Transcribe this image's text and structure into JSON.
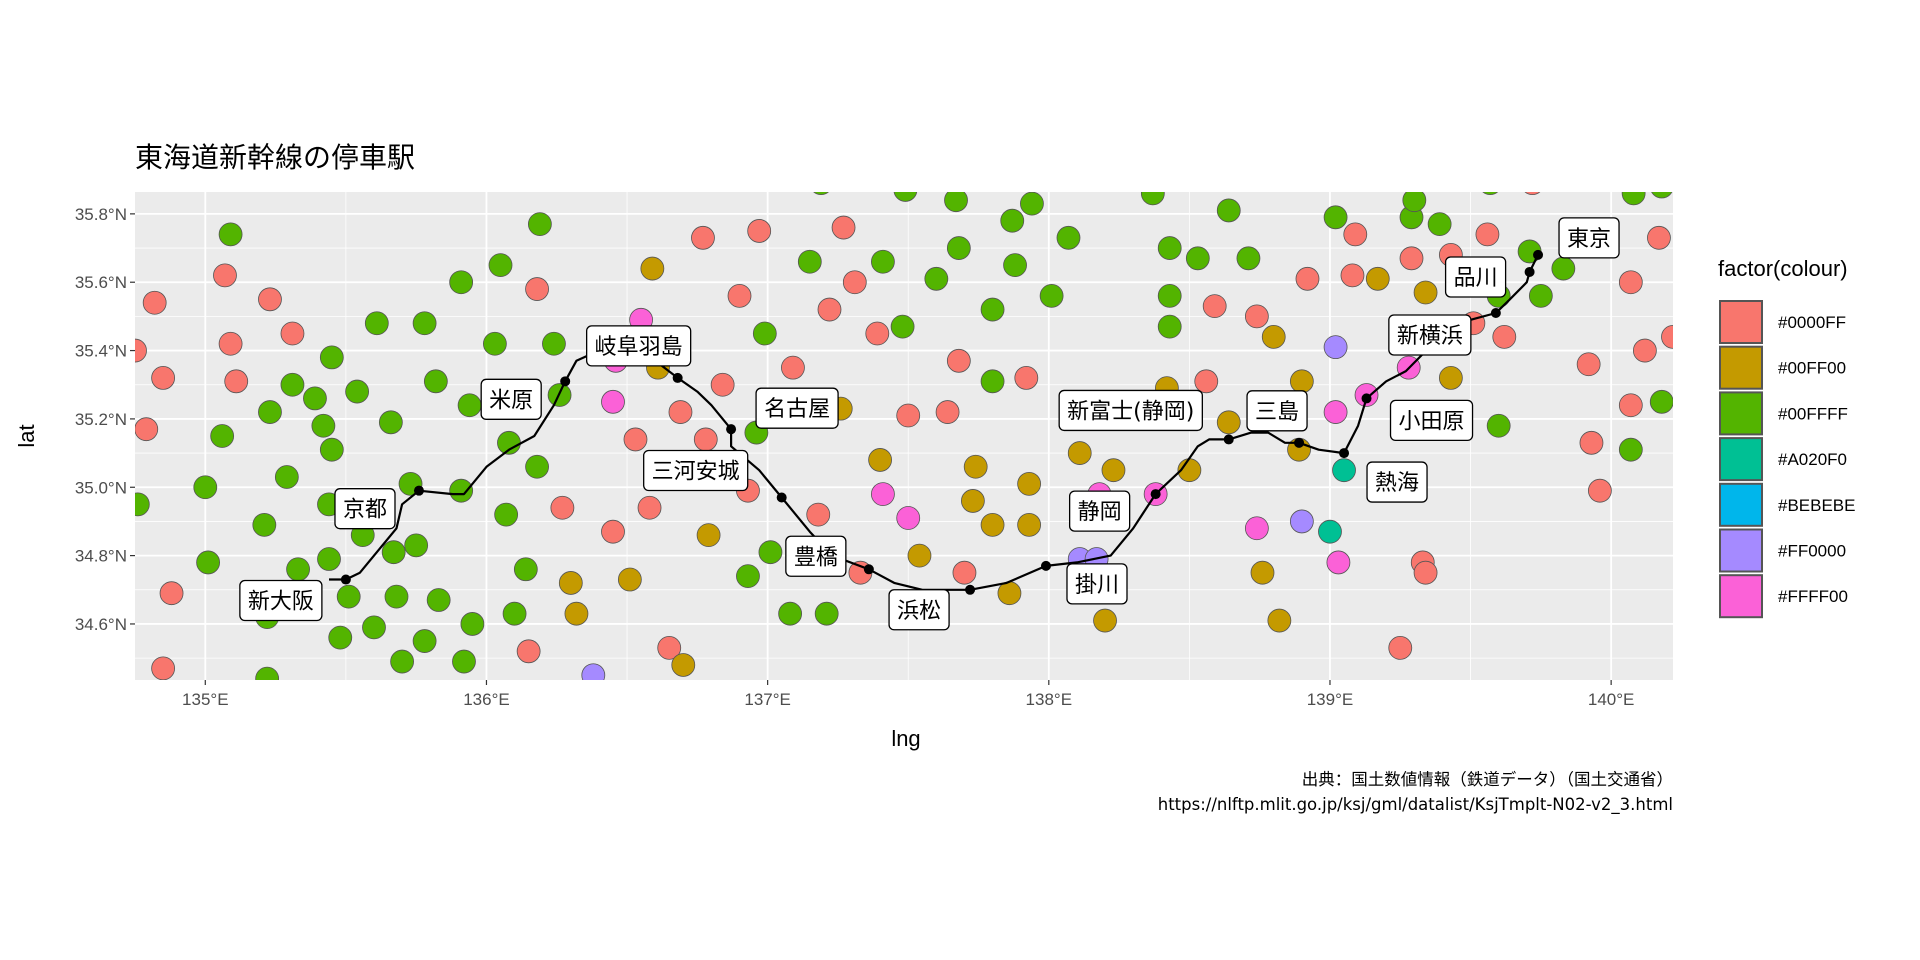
{
  "chart_data": {
    "type": "scatter",
    "title": "東海道新幹線の停車駅",
    "xlabel": "lng",
    "ylabel": "lat",
    "xlim": [
      134.75,
      140.22
    ],
    "ylim": [
      34.436,
      35.864
    ],
    "grid": true,
    "x_ticks": [
      {
        "value": 135,
        "label": "135°E"
      },
      {
        "value": 136,
        "label": "136°E"
      },
      {
        "value": 137,
        "label": "137°E"
      },
      {
        "value": 138,
        "label": "138°E"
      },
      {
        "value": 139,
        "label": "139°E"
      },
      {
        "value": 140,
        "label": "140°E"
      }
    ],
    "y_ticks": [
      {
        "value": 34.6,
        "label": "34.6°N"
      },
      {
        "value": 34.8,
        "label": "34.8°N"
      },
      {
        "value": 35.0,
        "label": "35.0°N"
      },
      {
        "value": 35.2,
        "label": "35.2°N"
      },
      {
        "value": 35.4,
        "label": "35.4°N"
      },
      {
        "value": 35.6,
        "label": "35.6°N"
      },
      {
        "value": 35.8,
        "label": "35.8°N"
      }
    ],
    "legend": {
      "title": "factor(colour)",
      "placement": "right",
      "entries": [
        {
          "label": "#0000FF",
          "fill": "#F8766D"
        },
        {
          "label": "#00FF00",
          "fill": "#C49A00"
        },
        {
          "label": "#00FFFF",
          "fill": "#53B400"
        },
        {
          "label": "#A020F0",
          "fill": "#00C094"
        },
        {
          "label": "#BEBEBE",
          "fill": "#00B6EB"
        },
        {
          "label": "#FF0000",
          "fill": "#A58AFF"
        },
        {
          "label": "#FFFF00",
          "fill": "#FB61D7"
        }
      ]
    },
    "points_format": [
      "lng",
      "lat",
      "legend_index"
    ],
    "points": [
      [
        134.75,
        35.4,
        0
      ],
      [
        134.76,
        34.95,
        2
      ],
      [
        134.82,
        35.54,
        0
      ],
      [
        134.85,
        35.32,
        0
      ],
      [
        134.79,
        35.17,
        0
      ],
      [
        134.85,
        34.47,
        0
      ],
      [
        134.88,
        34.69,
        0
      ],
      [
        135.0,
        35.0,
        2
      ],
      [
        135.01,
        34.78,
        2
      ],
      [
        135.07,
        35.62,
        0
      ],
      [
        135.09,
        35.74,
        2
      ],
      [
        135.09,
        35.42,
        0
      ],
      [
        135.11,
        35.31,
        0
      ],
      [
        135.06,
        35.15,
        2
      ],
      [
        135.21,
        34.89,
        2
      ],
      [
        135.23,
        35.55,
        0
      ],
      [
        135.23,
        35.22,
        2
      ],
      [
        135.22,
        34.62,
        2
      ],
      [
        135.22,
        34.44,
        2
      ],
      [
        135.29,
        35.03,
        2
      ],
      [
        135.31,
        35.45,
        0
      ],
      [
        135.31,
        35.3,
        2
      ],
      [
        135.33,
        34.76,
        2
      ],
      [
        135.39,
        35.26,
        2
      ],
      [
        135.45,
        35.38,
        2
      ],
      [
        135.42,
        35.18,
        2
      ],
      [
        135.45,
        35.11,
        2
      ],
      [
        135.44,
        34.95,
        2
      ],
      [
        135.44,
        34.79,
        2
      ],
      [
        135.48,
        34.56,
        2
      ],
      [
        135.51,
        34.68,
        2
      ],
      [
        135.56,
        34.86,
        2
      ],
      [
        135.54,
        35.28,
        2
      ],
      [
        135.6,
        34.59,
        2
      ],
      [
        135.61,
        35.48,
        2
      ],
      [
        135.66,
        35.19,
        2
      ],
      [
        135.67,
        34.81,
        2
      ],
      [
        135.68,
        34.68,
        2
      ],
      [
        135.73,
        35.01,
        2
      ],
      [
        135.75,
        34.83,
        2
      ],
      [
        135.78,
        35.48,
        2
      ],
      [
        135.78,
        34.55,
        2
      ],
      [
        135.7,
        34.49,
        2
      ],
      [
        135.82,
        35.31,
        2
      ],
      [
        135.83,
        34.67,
        2
      ],
      [
        135.91,
        34.99,
        2
      ],
      [
        135.91,
        35.6,
        2
      ],
      [
        135.94,
        35.24,
        2
      ],
      [
        135.92,
        34.49,
        2
      ],
      [
        135.95,
        34.6,
        2
      ],
      [
        136.03,
        35.42,
        2
      ],
      [
        136.05,
        35.65,
        2
      ],
      [
        136.08,
        35.13,
        2
      ],
      [
        136.07,
        34.92,
        2
      ],
      [
        136.1,
        34.63,
        2
      ],
      [
        136.14,
        34.76,
        2
      ],
      [
        136.15,
        34.52,
        0
      ],
      [
        136.18,
        35.58,
        0
      ],
      [
        136.18,
        35.06,
        2
      ],
      [
        136.19,
        35.77,
        2
      ],
      [
        136.24,
        35.42,
        2
      ],
      [
        136.27,
        34.94,
        0
      ],
      [
        136.3,
        34.72,
        1
      ],
      [
        136.32,
        34.63,
        1
      ],
      [
        136.26,
        35.27,
        2
      ],
      [
        136.38,
        34.45,
        5
      ],
      [
        136.45,
        34.87,
        0
      ],
      [
        136.45,
        35.25,
        6
      ],
      [
        136.46,
        35.37,
        6
      ],
      [
        136.51,
        34.73,
        1
      ],
      [
        136.53,
        35.14,
        0
      ],
      [
        136.55,
        35.49,
        6
      ],
      [
        136.58,
        34.94,
        0
      ],
      [
        136.59,
        35.64,
        1
      ],
      [
        136.61,
        35.35,
        1
      ],
      [
        136.65,
        34.53,
        0
      ],
      [
        136.69,
        35.22,
        0
      ],
      [
        136.7,
        34.48,
        1
      ],
      [
        136.77,
        35.73,
        0
      ],
      [
        136.78,
        35.14,
        0
      ],
      [
        136.79,
        34.86,
        1
      ],
      [
        136.84,
        35.3,
        0
      ],
      [
        136.9,
        35.56,
        0
      ],
      [
        136.93,
        34.99,
        0
      ],
      [
        136.96,
        35.16,
        2
      ],
      [
        136.97,
        35.75,
        0
      ],
      [
        136.99,
        35.45,
        2
      ],
      [
        136.93,
        34.74,
        2
      ],
      [
        137.01,
        34.81,
        2
      ],
      [
        137.08,
        34.63,
        2
      ],
      [
        137.09,
        35.35,
        0
      ],
      [
        137.15,
        35.66,
        2
      ],
      [
        137.16,
        35.23,
        1
      ],
      [
        137.18,
        34.92,
        0
      ],
      [
        137.19,
        35.89,
        2
      ],
      [
        137.22,
        35.52,
        0
      ],
      [
        137.21,
        34.63,
        2
      ],
      [
        137.26,
        35.23,
        1
      ],
      [
        137.27,
        35.76,
        0
      ],
      [
        137.31,
        35.6,
        0
      ],
      [
        137.39,
        35.45,
        0
      ],
      [
        137.4,
        35.08,
        1
      ],
      [
        137.41,
        35.66,
        2
      ],
      [
        137.41,
        34.98,
        6
      ],
      [
        137.33,
        34.75,
        0
      ],
      [
        137.48,
        35.47,
        2
      ],
      [
        137.49,
        35.87,
        2
      ],
      [
        137.5,
        35.21,
        0
      ],
      [
        137.5,
        34.91,
        6
      ],
      [
        137.54,
        34.8,
        1
      ],
      [
        137.6,
        35.61,
        2
      ],
      [
        137.64,
        35.22,
        0
      ],
      [
        137.68,
        35.7,
        2
      ],
      [
        137.67,
        35.84,
        2
      ],
      [
        137.68,
        35.37,
        0
      ],
      [
        137.7,
        34.75,
        0
      ],
      [
        137.73,
        34.96,
        1
      ],
      [
        137.74,
        35.06,
        1
      ],
      [
        137.8,
        34.89,
        1
      ],
      [
        137.8,
        35.52,
        2
      ],
      [
        137.8,
        35.31,
        2
      ],
      [
        137.87,
        35.78,
        2
      ],
      [
        137.88,
        35.65,
        2
      ],
      [
        137.92,
        35.32,
        0
      ],
      [
        137.93,
        35.01,
        1
      ],
      [
        137.93,
        34.89,
        1
      ],
      [
        137.94,
        35.83,
        2
      ],
      [
        137.86,
        34.69,
        1
      ],
      [
        138.01,
        35.56,
        2
      ],
      [
        138.07,
        35.73,
        2
      ],
      [
        138.11,
        35.1,
        1
      ],
      [
        138.11,
        34.79,
        5
      ],
      [
        138.17,
        34.79,
        5
      ],
      [
        138.23,
        35.05,
        1
      ],
      [
        138.2,
        34.61,
        1
      ],
      [
        138.18,
        34.98,
        6
      ],
      [
        138.37,
        35.86,
        2
      ],
      [
        138.38,
        34.98,
        6
      ],
      [
        138.43,
        35.7,
        2
      ],
      [
        138.43,
        35.56,
        2
      ],
      [
        138.43,
        35.47,
        2
      ],
      [
        138.42,
        35.29,
        1
      ],
      [
        138.5,
        35.05,
        1
      ],
      [
        138.53,
        35.67,
        2
      ],
      [
        138.59,
        35.53,
        0
      ],
      [
        138.56,
        35.31,
        0
      ],
      [
        138.64,
        35.81,
        2
      ],
      [
        138.64,
        35.19,
        1
      ],
      [
        138.71,
        35.67,
        2
      ],
      [
        138.74,
        35.5,
        0
      ],
      [
        138.8,
        35.44,
        1
      ],
      [
        138.74,
        34.88,
        6
      ],
      [
        138.76,
        34.75,
        1
      ],
      [
        138.82,
        34.61,
        1
      ],
      [
        138.9,
        35.31,
        1
      ],
      [
        138.9,
        34.9,
        5
      ],
      [
        138.92,
        35.61,
        0
      ],
      [
        138.89,
        35.11,
        1
      ],
      [
        139.0,
        34.87,
        3
      ],
      [
        139.02,
        35.41,
        5
      ],
      [
        139.02,
        35.79,
        2
      ],
      [
        139.02,
        35.22,
        6
      ],
      [
        139.05,
        35.05,
        3
      ],
      [
        139.03,
        34.78,
        6
      ],
      [
        139.09,
        35.74,
        0
      ],
      [
        139.08,
        35.62,
        0
      ],
      [
        139.17,
        35.61,
        1
      ],
      [
        139.13,
        35.27,
        6
      ],
      [
        139.28,
        35.35,
        6
      ],
      [
        139.29,
        35.67,
        0
      ],
      [
        139.29,
        35.79,
        2
      ],
      [
        139.3,
        35.84,
        2
      ],
      [
        139.34,
        35.57,
        1
      ],
      [
        139.33,
        34.78,
        0
      ],
      [
        139.34,
        34.75,
        0
      ],
      [
        139.25,
        34.53,
        0
      ],
      [
        139.39,
        35.77,
        2
      ],
      [
        139.43,
        35.68,
        0
      ],
      [
        139.43,
        35.32,
        1
      ],
      [
        139.51,
        35.48,
        0
      ],
      [
        139.56,
        35.74,
        0
      ],
      [
        139.57,
        35.89,
        2
      ],
      [
        139.6,
        35.56,
        2
      ],
      [
        139.62,
        35.44,
        0
      ],
      [
        139.72,
        35.89,
        0
      ],
      [
        139.71,
        35.69,
        2
      ],
      [
        139.75,
        35.56,
        2
      ],
      [
        139.83,
        35.64,
        2
      ],
      [
        139.6,
        35.18,
        2
      ],
      [
        139.92,
        35.36,
        0
      ],
      [
        139.93,
        35.13,
        0
      ],
      [
        139.96,
        34.99,
        0
      ],
      [
        140.07,
        35.6,
        0
      ],
      [
        140.07,
        35.24,
        0
      ],
      [
        140.07,
        35.11,
        2
      ],
      [
        140.12,
        35.4,
        0
      ],
      [
        140.18,
        35.25,
        2
      ],
      [
        140.17,
        35.73,
        0
      ],
      [
        140.08,
        35.86,
        2
      ],
      [
        140.18,
        35.88,
        2
      ],
      [
        140.22,
        35.44,
        0
      ]
    ],
    "route": [
      [
        135.44,
        34.73
      ],
      [
        135.5,
        34.73
      ],
      [
        135.55,
        34.75
      ],
      [
        135.62,
        34.82
      ],
      [
        135.68,
        34.88
      ],
      [
        135.7,
        34.95
      ],
      [
        135.76,
        34.99
      ],
      [
        135.88,
        34.98
      ],
      [
        135.92,
        34.98
      ],
      [
        136.0,
        35.06
      ],
      [
        136.08,
        35.11
      ],
      [
        136.17,
        35.15
      ],
      [
        136.24,
        35.24
      ],
      [
        136.28,
        35.31
      ],
      [
        136.32,
        35.37
      ],
      [
        136.4,
        35.4
      ],
      [
        136.6,
        35.37
      ],
      [
        136.68,
        35.32
      ],
      [
        136.75,
        35.28
      ],
      [
        136.8,
        35.24
      ],
      [
        136.87,
        35.17
      ],
      [
        136.87,
        35.12
      ],
      [
        136.97,
        35.05
      ],
      [
        137.05,
        34.97
      ],
      [
        137.15,
        34.87
      ],
      [
        137.23,
        34.8
      ],
      [
        137.36,
        34.76
      ],
      [
        137.45,
        34.72
      ],
      [
        137.55,
        34.7
      ],
      [
        137.72,
        34.7
      ],
      [
        137.85,
        34.72
      ],
      [
        137.99,
        34.77
      ],
      [
        138.1,
        34.78
      ],
      [
        138.22,
        34.8
      ],
      [
        138.3,
        34.88
      ],
      [
        138.38,
        34.98
      ],
      [
        138.47,
        35.05
      ],
      [
        138.53,
        35.12
      ],
      [
        138.57,
        35.14
      ],
      [
        138.64,
        35.14
      ],
      [
        138.72,
        35.16
      ],
      [
        138.78,
        35.16
      ],
      [
        138.84,
        35.13
      ],
      [
        138.89,
        35.13
      ],
      [
        138.96,
        35.11
      ],
      [
        139.05,
        35.1
      ],
      [
        139.1,
        35.18
      ],
      [
        139.13,
        35.26
      ],
      [
        139.2,
        35.31
      ],
      [
        139.27,
        35.34
      ],
      [
        139.33,
        35.39
      ],
      [
        139.4,
        35.44
      ],
      [
        139.5,
        35.49
      ],
      [
        139.59,
        35.51
      ],
      [
        139.64,
        35.55
      ],
      [
        139.7,
        35.6
      ],
      [
        139.71,
        35.63
      ],
      [
        139.74,
        35.68
      ]
    ],
    "stations": [
      {
        "name": "新大阪",
        "lng": 135.5,
        "lat": 34.73
      },
      {
        "name": "京都",
        "lng": 135.76,
        "lat": 34.99
      },
      {
        "name": "米原",
        "lng": 136.28,
        "lat": 35.31
      },
      {
        "name": "岐阜羽島",
        "lng": 136.68,
        "lat": 35.32
      },
      {
        "name": "名古屋",
        "lng": 136.87,
        "lat": 35.17
      },
      {
        "name": "三河安城",
        "lng": 137.05,
        "lat": 34.97
      },
      {
        "name": "豊橋",
        "lng": 137.36,
        "lat": 34.76
      },
      {
        "name": "浜松",
        "lng": 137.72,
        "lat": 34.7
      },
      {
        "name": "掛川",
        "lng": 137.99,
        "lat": 34.77
      },
      {
        "name": "静岡",
        "lng": 138.38,
        "lat": 34.98
      },
      {
        "name": "新富士(静岡)",
        "lng": 138.64,
        "lat": 35.14
      },
      {
        "name": "三島",
        "lng": 138.89,
        "lat": 35.13
      },
      {
        "name": "熱海",
        "lng": 139.05,
        "lat": 35.1
      },
      {
        "name": "小田原",
        "lng": 139.13,
        "lat": 35.26
      },
      {
        "name": "新横浜",
        "lng": 139.59,
        "lat": 35.51
      },
      {
        "name": "品川",
        "lng": 139.71,
        "lat": 35.63
      },
      {
        "name": "東京",
        "lng": 139.74,
        "lat": 35.68
      }
    ],
    "caption": [
      "出典：国土数値情報（鉄道データ）（国土交通省）",
      "https://nlftp.mlit.go.jp/ksj/gml/datalist/KsjTmplt-N02-v2_3.html"
    ]
  }
}
